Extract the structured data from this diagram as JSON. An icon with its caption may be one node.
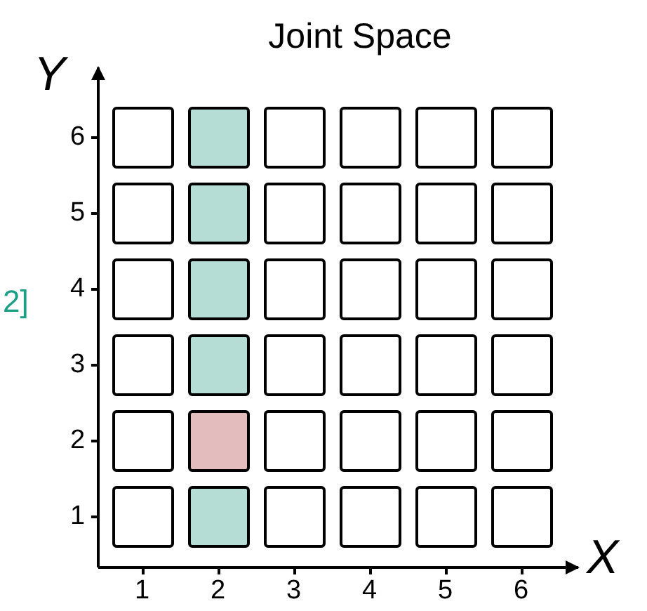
{
  "diagram": {
    "title": "Joint Space",
    "nodes": [
      {
        "text": [],
        "shape": "box"
      },
      {
        "text": [],
        "shape": "box"
      },
      {
        "text": [],
        "shape": "box"
      },
      {
        "text": [],
        "shape": "box"
      },
      {
        "text": [],
        "shape": "box"
      },
      {
        "text": [],
        "shape": "box"
      },
      {
        "text": [],
        "shape": "box"
      },
      {
        "text": [],
        "shape": "box"
      },
      {
        "text": [],
        "shape": "box"
      },
      {
        "text": [],
        "shape": "box"
      },
      {
        "text": [],
        "shape": "box"
      },
      {
        "text": [],
        "shape": "box"
      },
      {
        "text": [],
        "shape": "box"
      },
      {
        "text": [],
        "shape": "box"
      },
      {
        "text": [],
        "shape": "box"
      },
      {
        "text": [],
        "shape": "box"
      },
      {
        "text": [],
        "shape": "box"
      },
      {
        "text": [],
        "shape": "box"
      },
      {
        "text": [],
        "shape": "box"
      },
      {
        "text": [],
        "shape": "box"
      },
      {
        "text": [],
        "shape": "box"
      },
      {
        "text": [],
        "shape": "box"
      },
      {
        "text": [],
        "shape": "box"
      },
      {
        "text": [],
        "shape": "box"
      },
      {
        "text": [],
        "shape": "box"
      },
      {
        "text": [],
        "shape": "box"
      },
      {
        "text": [],
        "shape": "box"
      },
      {
        "text": [],
        "shape": "box"
      },
      {
        "text": [],
        "shape": "box"
      },
      {
        "text": [],
        "shape": "box"
      },
      {
        "text": [],
        "shape": "box"
      },
      {
        "text": [],
        "shape": "box"
      },
      {
        "text": [],
        "shape": "box"
      },
      {
        "text": [],
        "shape": "box"
      },
      {
        "text": [],
        "shape": "box"
      },
      {
        "text": [],
        "shape": "box"
      }
    ],
    "labels": [
      "Y",
      "6",
      "5",
      "2]",
      "4",
      "3",
      "2",
      "1",
      "1",
      "2",
      "3",
      "4",
      "5",
      "6",
      "X"
    ]
  }
}
